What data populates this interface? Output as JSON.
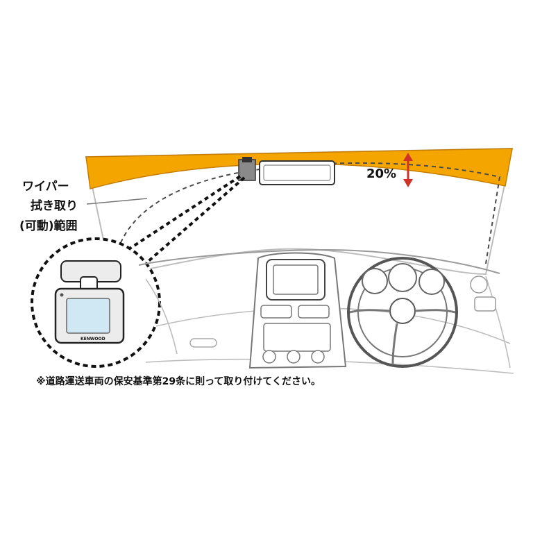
{
  "labels": {
    "wiper_line1": "ワイパー",
    "wiper_line2": "拭き取り",
    "wiper_line3": "(可動)範囲",
    "percent": "20%",
    "note": "※道路運送車両の保安基準第29条に則って取り付けてください。",
    "device_brand": "KENWOOD"
  },
  "colors": {
    "band": "#f5a500",
    "accent_arrow": "#d0322a",
    "outline": "#222222",
    "screen": "#cfe8f3"
  }
}
